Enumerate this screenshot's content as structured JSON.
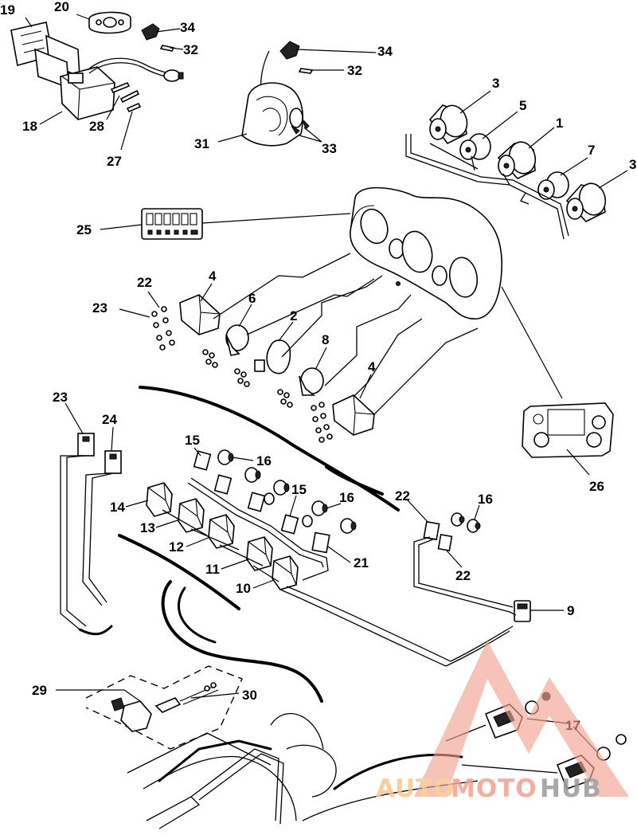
{
  "callouts": {
    "c1": "1",
    "c2": "2",
    "c3a": "3",
    "c3b": "3",
    "c4a": "4",
    "c4b": "4",
    "c5": "5",
    "c6": "6",
    "c7": "7",
    "c8": "8",
    "c9": "9",
    "c10": "10",
    "c11": "11",
    "c12": "12",
    "c13": "13",
    "c14": "14",
    "c15a": "15",
    "c15b": "15",
    "c16a": "16",
    "c16b": "16",
    "c16c": "16",
    "c17": "17",
    "c18": "18",
    "c19": "19",
    "c20": "20",
    "c21": "21",
    "c22a": "22",
    "c22b": "22",
    "c22c": "22",
    "c23a": "23",
    "c23b": "23",
    "c24": "24",
    "c25": "25",
    "c26": "26",
    "c27": "27",
    "c28": "28",
    "c29": "29",
    "c30": "30",
    "c31": "31",
    "c32a": "32",
    "c32b": "32",
    "c33": "33",
    "c34a": "34",
    "c34b": "34"
  },
  "watermark": {
    "text_auto": "AUTO",
    "text_moto": "MOTO",
    "text_hub": "HUB",
    "color_primary": "#f3a08f",
    "color_secondary": "#f7c88e",
    "color_hub": "#9a9a9a"
  }
}
